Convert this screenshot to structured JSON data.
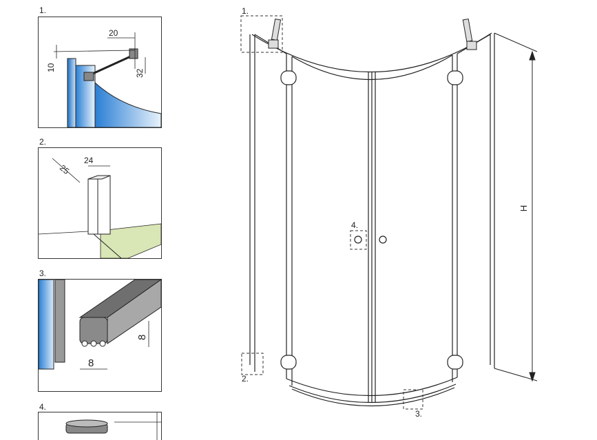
{
  "detail_labels": {
    "d1": "1.",
    "d2": "2.",
    "d3": "3.",
    "d4": "4."
  },
  "detail1": {
    "dim_a": "20",
    "dim_b": "10",
    "dim_c": "32"
  },
  "detail2": {
    "dim_a": "25",
    "dim_b": "24"
  },
  "detail3": {
    "dim_height": "8",
    "dim_width": "8"
  },
  "main": {
    "callout_1": "1.",
    "callout_2": "2.",
    "callout_3": "3.",
    "callout_4": "4.",
    "height_label": "H"
  },
  "colors": {
    "glass_blue": "#2a7fd4",
    "floor_green": "#d9e6b5",
    "line": "#222222"
  }
}
